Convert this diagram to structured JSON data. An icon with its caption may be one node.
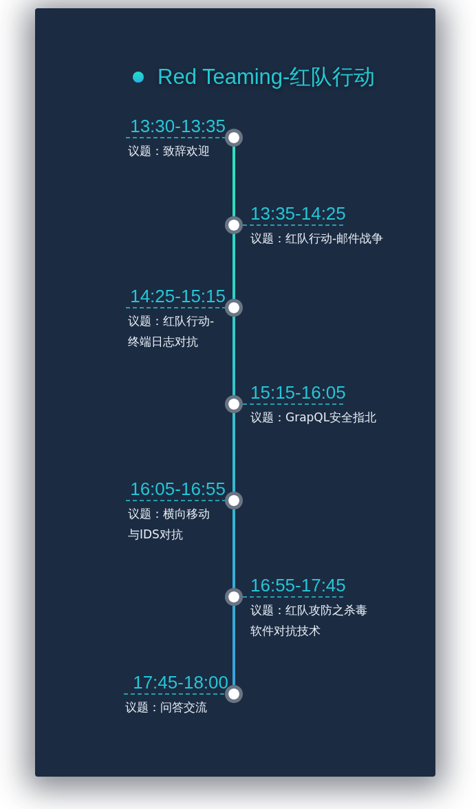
{
  "diagram": {
    "title": "Red Teaming-红队行动",
    "nodes": [
      {
        "text": [],
        "shape": "circle",
        "beside": [
          "13:30-13:35",
          "议题：致辞欢迎"
        ]
      },
      {
        "text": [],
        "shape": "circle",
        "beside": [
          "13:35-14:25",
          "议题：红队行动-邮件战争"
        ]
      },
      {
        "text": [],
        "shape": "circle",
        "beside": [
          "14:25-15:15",
          "议题：红队行动-终端日志对抗"
        ]
      },
      {
        "text": [],
        "shape": "circle",
        "beside": [
          "15:15-16:05",
          "议题：GrapQL安全指北"
        ]
      },
      {
        "text": [],
        "shape": "circle",
        "beside": [
          "16:05-16:55",
          "议题：横向移动与IDS对抗"
        ]
      },
      {
        "text": [],
        "shape": "circle",
        "beside": [
          "16:55-17:45",
          "议题：红队攻防之杀毒软件对抗技术"
        ]
      },
      {
        "text": [],
        "shape": "circle",
        "beside": [
          "17:45-18:00",
          "议题：问答交流"
        ]
      }
    ],
    "edges": [
      {
        "from": 0,
        "to": 1,
        "arrow": "none"
      },
      {
        "from": 1,
        "to": 2,
        "arrow": "none"
      },
      {
        "from": 2,
        "to": 3,
        "arrow": "none"
      },
      {
        "from": 3,
        "to": 4,
        "arrow": "none"
      },
      {
        "from": 4,
        "to": 5,
        "arrow": "none"
      },
      {
        "from": 5,
        "to": 6,
        "arrow": "none"
      }
    ]
  }
}
